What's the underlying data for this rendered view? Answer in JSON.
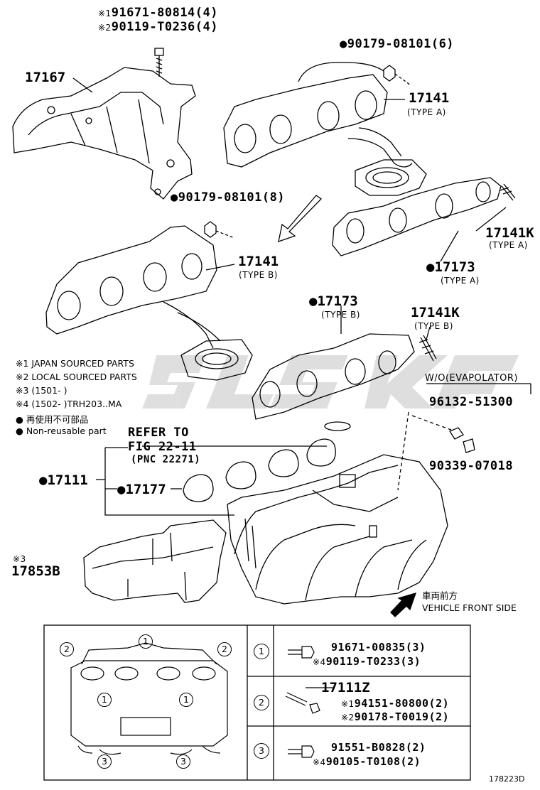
{
  "diagram": {
    "code": "178223D",
    "parts": {
      "p17167": "17167",
      "p17141a": "17141",
      "p17141a_type": "(TYPE A)",
      "p17141b": "17141",
      "p17141b_type": "(TYPE B)",
      "p17173a": "17173",
      "p17173a_type": "(TYPE A)",
      "p17173b": "17173",
      "p17173b_type": "(TYPE B)",
      "p17141k_a": "17141K",
      "p17141k_a_type": "(TYPE A)",
      "p17141k_b": "17141K",
      "p17141k_b_type": "(TYPE B)",
      "nut_top": "90179-08101(6)",
      "nut_mid": "90179-08101(8)",
      "bolt1_mark": "※1",
      "bolt1": "91671-80814(4)",
      "bolt2_mark": "※2",
      "bolt2": "90119-T0236(4)",
      "wo_evap": "W/O(EVAPOLATOR)",
      "p96132": "96132-51300",
      "p90339": "90339-07018",
      "refer_line1": "REFER TO",
      "refer_line2": "FIG 22-11",
      "refer_line3": "(PNC 22271)",
      "p17111": "17111",
      "p17177": "17177",
      "p17853b_mark": "※3",
      "p17853b": "17853B",
      "front_jp": "車両前方",
      "front_en": "VEHICLE FRONT SIDE"
    },
    "notes": [
      "※1 JAPAN SOURCED PARTS",
      "※2 LOCAL SOURCED PARTS",
      "※3 (1501-        )",
      "※4 (1502-        )TRH203..MA",
      "再使用不可部品",
      "Non-reusable part"
    ],
    "table": {
      "row1": {
        "idx": "1",
        "a": "91671-00835(3)",
        "b_mark": "※4",
        "b": "90119-T0233(3)"
      },
      "row2": {
        "idx": "2",
        "head": "17111Z",
        "a_mark": "※1",
        "a": "94151-80800(2)",
        "b_mark": "※2",
        "b": "90178-T0019(2)"
      },
      "row3": {
        "idx": "3",
        "a": "91551-B0828(2)",
        "b_mark": "※4",
        "b": "90105-T0108(2)"
      }
    },
    "inset_callouts": [
      "2",
      "1",
      "2",
      "1",
      "1",
      "3",
      "3"
    ]
  }
}
